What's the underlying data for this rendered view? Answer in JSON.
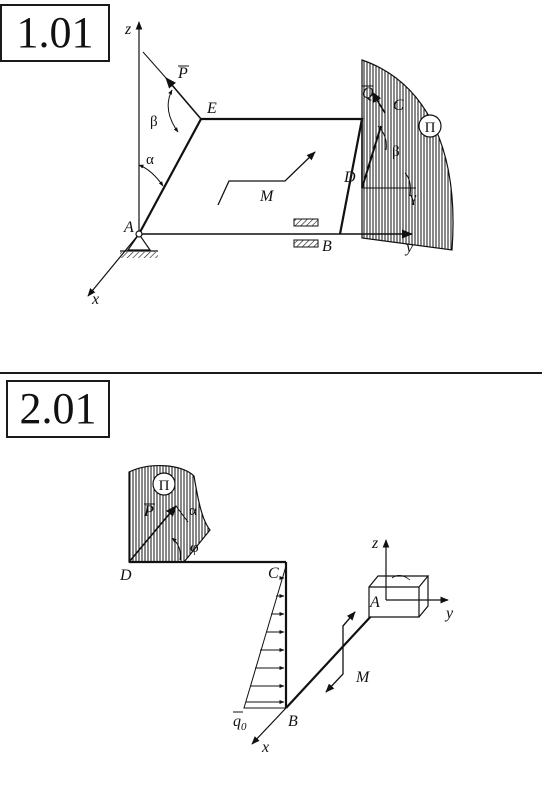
{
  "problem1": {
    "number": "1.01",
    "labels": {
      "z": "z",
      "P": "P",
      "beta_top": "β",
      "alpha": "α",
      "E": "E",
      "A": "A",
      "x": "x",
      "M": "M",
      "B": "B",
      "y": "y",
      "Q": "Q",
      "C": "C",
      "D": "D",
      "beta_right": "β",
      "gamma": "γ",
      "Pi": "Π"
    }
  },
  "problem2": {
    "number": "2.01",
    "labels": {
      "Pi": "Π",
      "P": "P",
      "alpha": "α",
      "phi": "φ",
      "D": "D",
      "C": "C",
      "z": "z",
      "A": "A",
      "y": "y",
      "M": "M",
      "q0": "q",
      "q0_sub": "0",
      "B": "B",
      "x": "x"
    }
  },
  "colors": {
    "ink": "#111111",
    "paper": "#ffffff"
  }
}
